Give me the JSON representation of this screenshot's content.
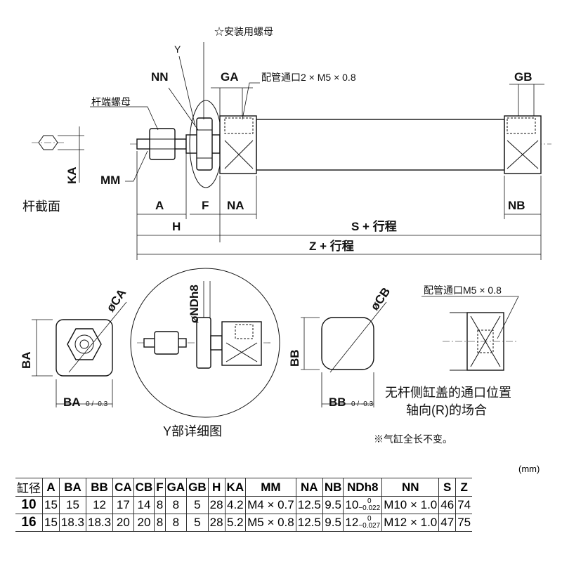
{
  "labels": {
    "mount_nut": "☆安装用螺母",
    "Y": "Y",
    "NN": "NN",
    "GA": "GA",
    "port": "配管通口2 × M5 × 0.8",
    "GB": "GB",
    "rod_nut": "杆端螺母",
    "MM": "MM",
    "KA": "KA",
    "rod_section": "杆截面",
    "A": "A",
    "F": "F",
    "NA": "NA",
    "NB": "NB",
    "H": "H",
    "S": "S + 行程",
    "Z": "Z + 行程",
    "CA": "øCA",
    "NDh8": "øNDh8",
    "CB": "øCB",
    "BA": "BA",
    "BA_tol": "0 / -0.3",
    "BB": "BB",
    "BB_tol": "0 / -0.3",
    "port2": "配管通口M5 × 0.8",
    "y_detail": "Y部详细图",
    "axial_line1": "无杆侧缸盖的通口位置",
    "axial_line2": "轴向(R)的场合",
    "note": "※气缸全长不变。"
  },
  "table": {
    "unit": "(mm)",
    "headers": [
      "缸径",
      "A",
      "BA",
      "BB",
      "CA",
      "CB",
      "F",
      "GA",
      "GB",
      "H",
      "KA",
      "MM",
      "NA",
      "NB",
      "NDh8",
      "NN",
      "S",
      "Z"
    ],
    "rows": [
      {
        "bore": "10",
        "A": "15",
        "BA": "15",
        "BB": "12",
        "CA": "17",
        "CB": "14",
        "F": "8",
        "GA": "8",
        "GB": "5",
        "H": "28",
        "KA": "4.2",
        "MM": "M4 × 0.7",
        "NA": "12.5",
        "NB": "9.5",
        "ND": "10",
        "ND_up": "0",
        "ND_lo": "−0.022",
        "NN": "M10 × 1.0",
        "S": "46",
        "Z": "74"
      },
      {
        "bore": "16",
        "A": "15",
        "BA": "18.3",
        "BB": "18.3",
        "CA": "20",
        "CB": "20",
        "F": "8",
        "GA": "8",
        "GB": "5",
        "H": "28",
        "KA": "5.2",
        "MM": "M5 × 0.8",
        "NA": "12.5",
        "NB": "9.5",
        "ND": "12",
        "ND_up": "0",
        "ND_lo": "−0.027",
        "NN": "M12 × 1.0",
        "S": "47",
        "Z": "75"
      }
    ]
  }
}
